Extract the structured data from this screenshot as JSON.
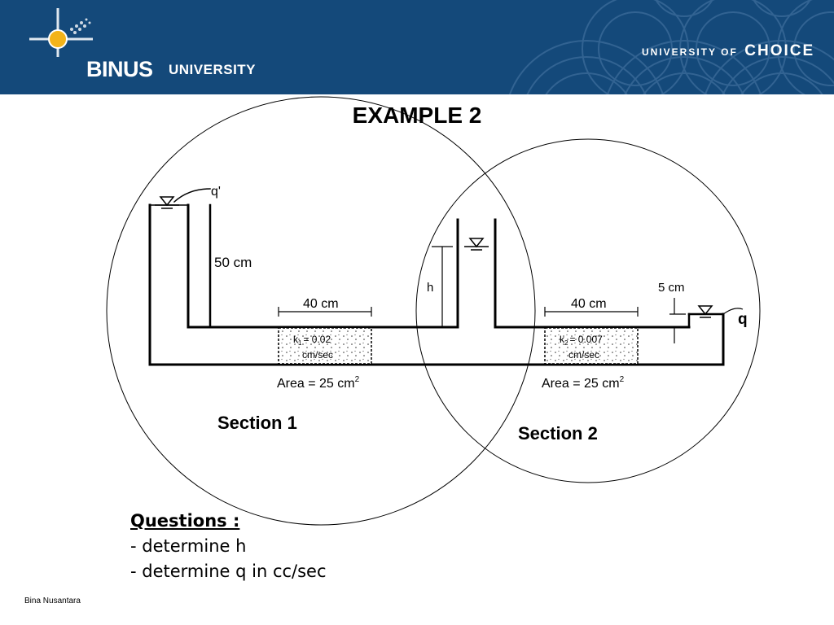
{
  "header": {
    "logo_name": "BINUS",
    "logo_sub": "UNIVERSITY",
    "tagline_prefix": "UNIVERSITY OF",
    "tagline_emphasis": "CHOICE",
    "bg_color": "#14497a"
  },
  "slide": {
    "title": "EXAMPLE 2"
  },
  "diagram": {
    "labels": {
      "q_prime": "q'",
      "height_left": "50 cm",
      "length_1": "40 cm",
      "k1_line1": "k",
      "k1_sub": "1",
      "k1_value": "= 0.02",
      "k1_line2": "cm/sec",
      "area_1": "Area = 25 cm",
      "area_1_sup": "2",
      "h_label": "h",
      "length_2": "40 cm",
      "k2_line1": "k",
      "k2_sub": "2",
      "k2_value": "= 0.007",
      "k2_line2": "cm/sec",
      "area_2": "Area = 25 cm",
      "area_2_sup": "2",
      "drop": "5 cm",
      "q_out": "q"
    },
    "section_1": "Section 1",
    "section_2": "Section 2"
  },
  "questions": {
    "title": "Questions :",
    "items": [
      "- determine h",
      "- determine q in cc/sec"
    ]
  },
  "footer": {
    "text": "Bina Nusantara"
  }
}
